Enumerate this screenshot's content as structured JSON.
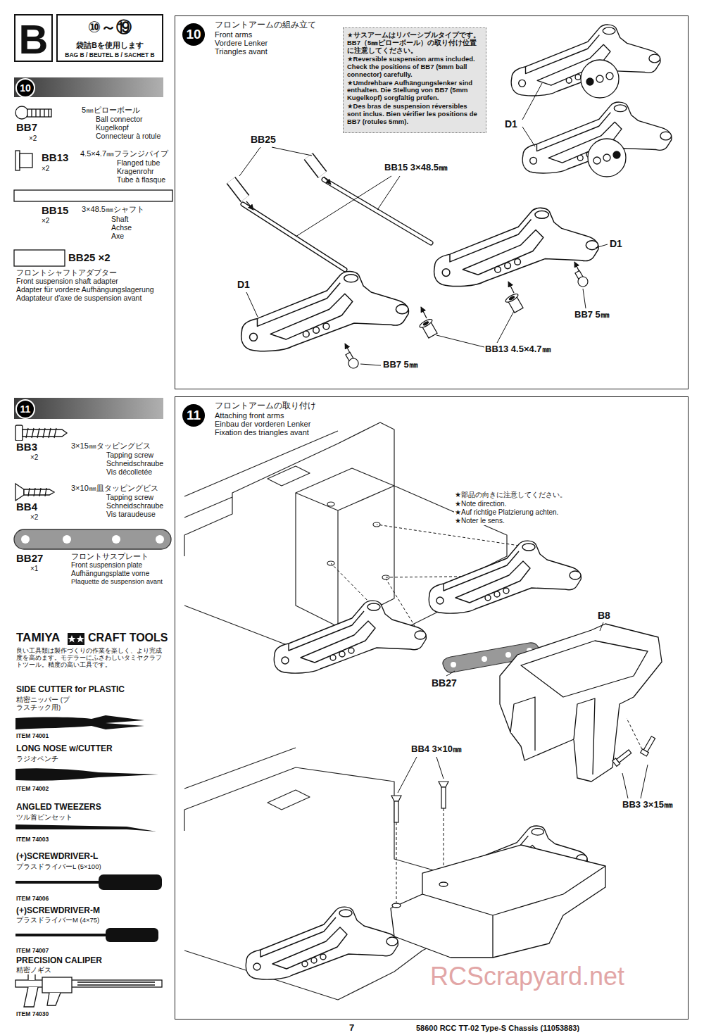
{
  "diagram": {
    "nodes": [
      {
        "text": [
          "B"
        ]
      },
      {
        "text": [
          "⑩～⑲",
          "袋詰Bを使用します",
          "BAG B / BEUTEL B / SACHET B"
        ]
      },
      {
        "text": [
          "10"
        ]
      },
      {
        "text": [
          "10",
          "フロントアームの組み立て",
          "Front arms",
          "Vordere Lenker",
          "Triangles avant"
        ]
      },
      {
        "text": [
          "★サスアームはリバーシブルタイプです。BB7（5㎜ピローボール）の取り付け位置に注意してください。",
          "★Reversible suspension arms included. Check the positions of BB7 (5mm ball connector) carefully.",
          "★Umdrehbare Aufhängungslenker sind enthalten. Die Stellung von BB7 (5mm Kugelkopf) sorgfältig prüfen.",
          "★Des bras de suspension réversibles sont inclus. Bien vérifier les positions de BB7 (rotules 5mm)."
        ],
        "in": 3
      },
      {
        "text": [
          "11"
        ]
      },
      {
        "text": [
          "11",
          "フロントアームの取り付け",
          "Attaching front arms",
          "Einbau der vorderen Lenker",
          "Fixation des triangles avant"
        ]
      }
    ],
    "labels": [
      "BB7",
      "×2",
      "5㎜ピローボール",
      "Ball connector",
      "Kugelkopf",
      "Connecteur à rotule",
      "BB13",
      "×2",
      "4.5×4.7㎜フランジパイプ",
      "Flanged tube",
      "Kragenrohr",
      "Tube à flasque",
      "BB15",
      "×2",
      "3×48.5㎜シャフト",
      "Shaft",
      "Achse",
      "Axe",
      "BB25 ×2",
      "フロントシャフトアダプター",
      "Front suspension shaft adapter",
      "Adapter für vordere Aufhängungslagerung",
      "Adaptateur d'axe de suspension avant",
      "D1",
      "BB25",
      "BB15 3×48.5㎜",
      "D1",
      "D1",
      "BB7 5㎜",
      "BB13 4.5×4.7㎜",
      "BB7 5㎜",
      "BB3",
      "×2",
      "3×15㎜タッピングビス",
      "Tapping screw",
      "Schneidschraube",
      "Vis décolletée",
      "BB4",
      "×2",
      "3×10㎜皿タッピングビス",
      "Tapping screw",
      "Schneidschraube",
      "Vis taraudeuse",
      "BB27",
      "×1",
      "フロントサスプレート",
      "Front suspension plate",
      "Aufhängungsplatte vorne",
      "Plaquette de suspension avant",
      "TAMIYA",
      "CRAFT TOOLS",
      "良い工具類は製作づくりの作業を楽しく、より完成度を高めます。モデラーにふさわしいタミヤクラフトツール。精度の高い工具です。",
      "SIDE CUTTER for PLASTIC",
      "精密ニッパー (プラスチック用)",
      "ITEM 74001",
      "LONG NOSE w/CUTTER",
      "ラジオペンチ",
      "ITEM 74002",
      "ANGLED TWEEZERS",
      "ツル首ピンセット",
      "ITEM 74003",
      "(+)SCREWDRIVER-L",
      "プラスドライバーL (5×100)",
      "ITEM 74006",
      "(+)SCREWDRIVER-M",
      "プラスドライバーM (4×75)",
      "ITEM 74007",
      "PRECISION CALIPER",
      "精密ノギス",
      "ITEM 74030",
      "★部品の向きに注意してください。",
      "★Note direction.",
      "★Auf richtige Platzierung achten.",
      "★Noter le sens.",
      "B8",
      "BB27",
      "BB4 3×10㎜",
      "BB3 3×15㎜",
      "7",
      "58600 RCC TT-02 Type-S Chassis (11053883)",
      "RCScrapyard.net"
    ]
  }
}
